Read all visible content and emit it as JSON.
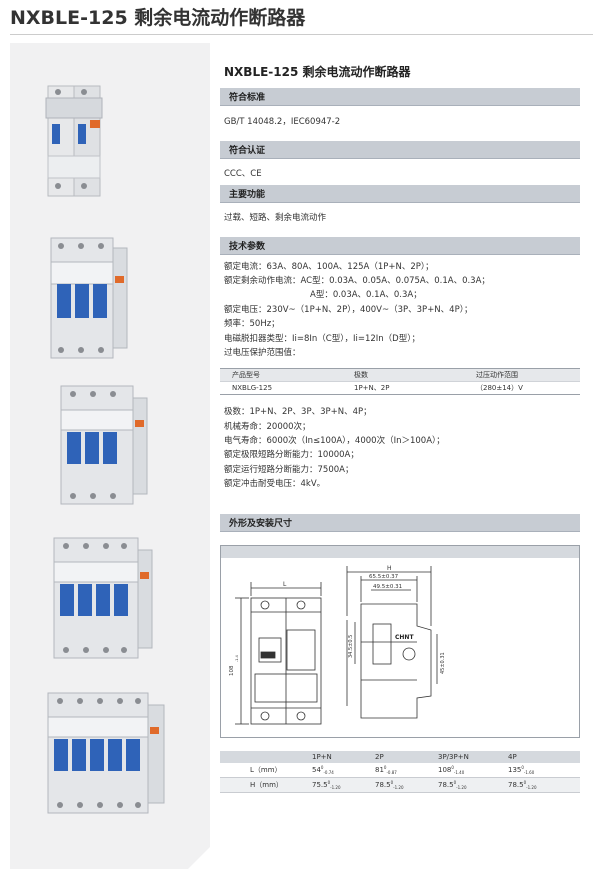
{
  "page_title": "NXBLE-125 剩余电流动作断路器",
  "product_title": "NXBLE-125 剩余电流动作断路器",
  "sections": {
    "standard": {
      "heading": "符合标准",
      "text": "GB/T 14048.2，IEC60947-2"
    },
    "certification": {
      "heading": "符合认证",
      "text": "CCC、CE"
    },
    "functions": {
      "heading": "主要功能",
      "text": "过载、短路、剩余电流动作"
    },
    "tech": {
      "heading": "技术参数"
    },
    "dimensions": {
      "heading": "外形及安装尺寸"
    }
  },
  "tech_params_a": [
    "额定电流：63A、80A、100A、125A（1P+N、2P）；",
    "额定剩余动作电流：AC型：0.03A、0.05A、0.075A、0.1A、0.3A；",
    "A型：0.03A、0.1A、0.3A；",
    "额定电压：230V~（1P+N、2P），400V~（3P、3P+N、4P）；",
    "频率：50Hz；",
    "电磁脱扣器类型：Ii=8In（C型），Ii=12In（D型）；",
    "过电压保护范围值："
  ],
  "overvoltage_table": {
    "headers": [
      "产品型号",
      "极数",
      "过压动作范围"
    ],
    "row": [
      "NXBLG-125",
      "1P+N、2P",
      "（280±14）V"
    ]
  },
  "tech_params_b": [
    "极数：1P+N、2P、3P、3P+N、4P；",
    "机械寿命：20000次；",
    "电气寿命：6000次（In≤100A），4000次（In＞100A）；",
    "额定极限短路分断能力：10000A；",
    "额定运行短路分断能力：7500A；",
    "额定冲击耐受电压：4kV。"
  ],
  "drawing": {
    "label_L": "L",
    "label_H": "H",
    "dim_108": "108",
    "dim_108_tol": "-1.4",
    "dim_655": "65.5±0.37",
    "dim_495": "49.5±0.31",
    "dim_345": "34.5±0.5",
    "dim_45": "45±0.31",
    "brand": "CHNT"
  },
  "dim_table": {
    "headers": [
      "",
      "1P+N",
      "2P",
      "3P/3P+N",
      "4P"
    ],
    "rows": [
      {
        "label": "L（mm）",
        "values": [
          "54",
          "81",
          "108",
          "135"
        ],
        "upper": [
          "0",
          "0",
          "0",
          "0"
        ],
        "lower": [
          "-0.74",
          "-0.87",
          "-1.40",
          "-1.60"
        ]
      },
      {
        "label": "H（mm）",
        "values": [
          "75.5",
          "78.5",
          "78.5",
          "78.5"
        ],
        "upper": [
          "0",
          "0",
          "0",
          "0"
        ],
        "lower": [
          "-1.20",
          "-1.20",
          "-1.20",
          "-1.20"
        ]
      }
    ]
  },
  "colors": {
    "section_bg": "#c7ccd3",
    "panel_bg": "#f1f1f2",
    "breaker_blue": "#2f63b8"
  }
}
